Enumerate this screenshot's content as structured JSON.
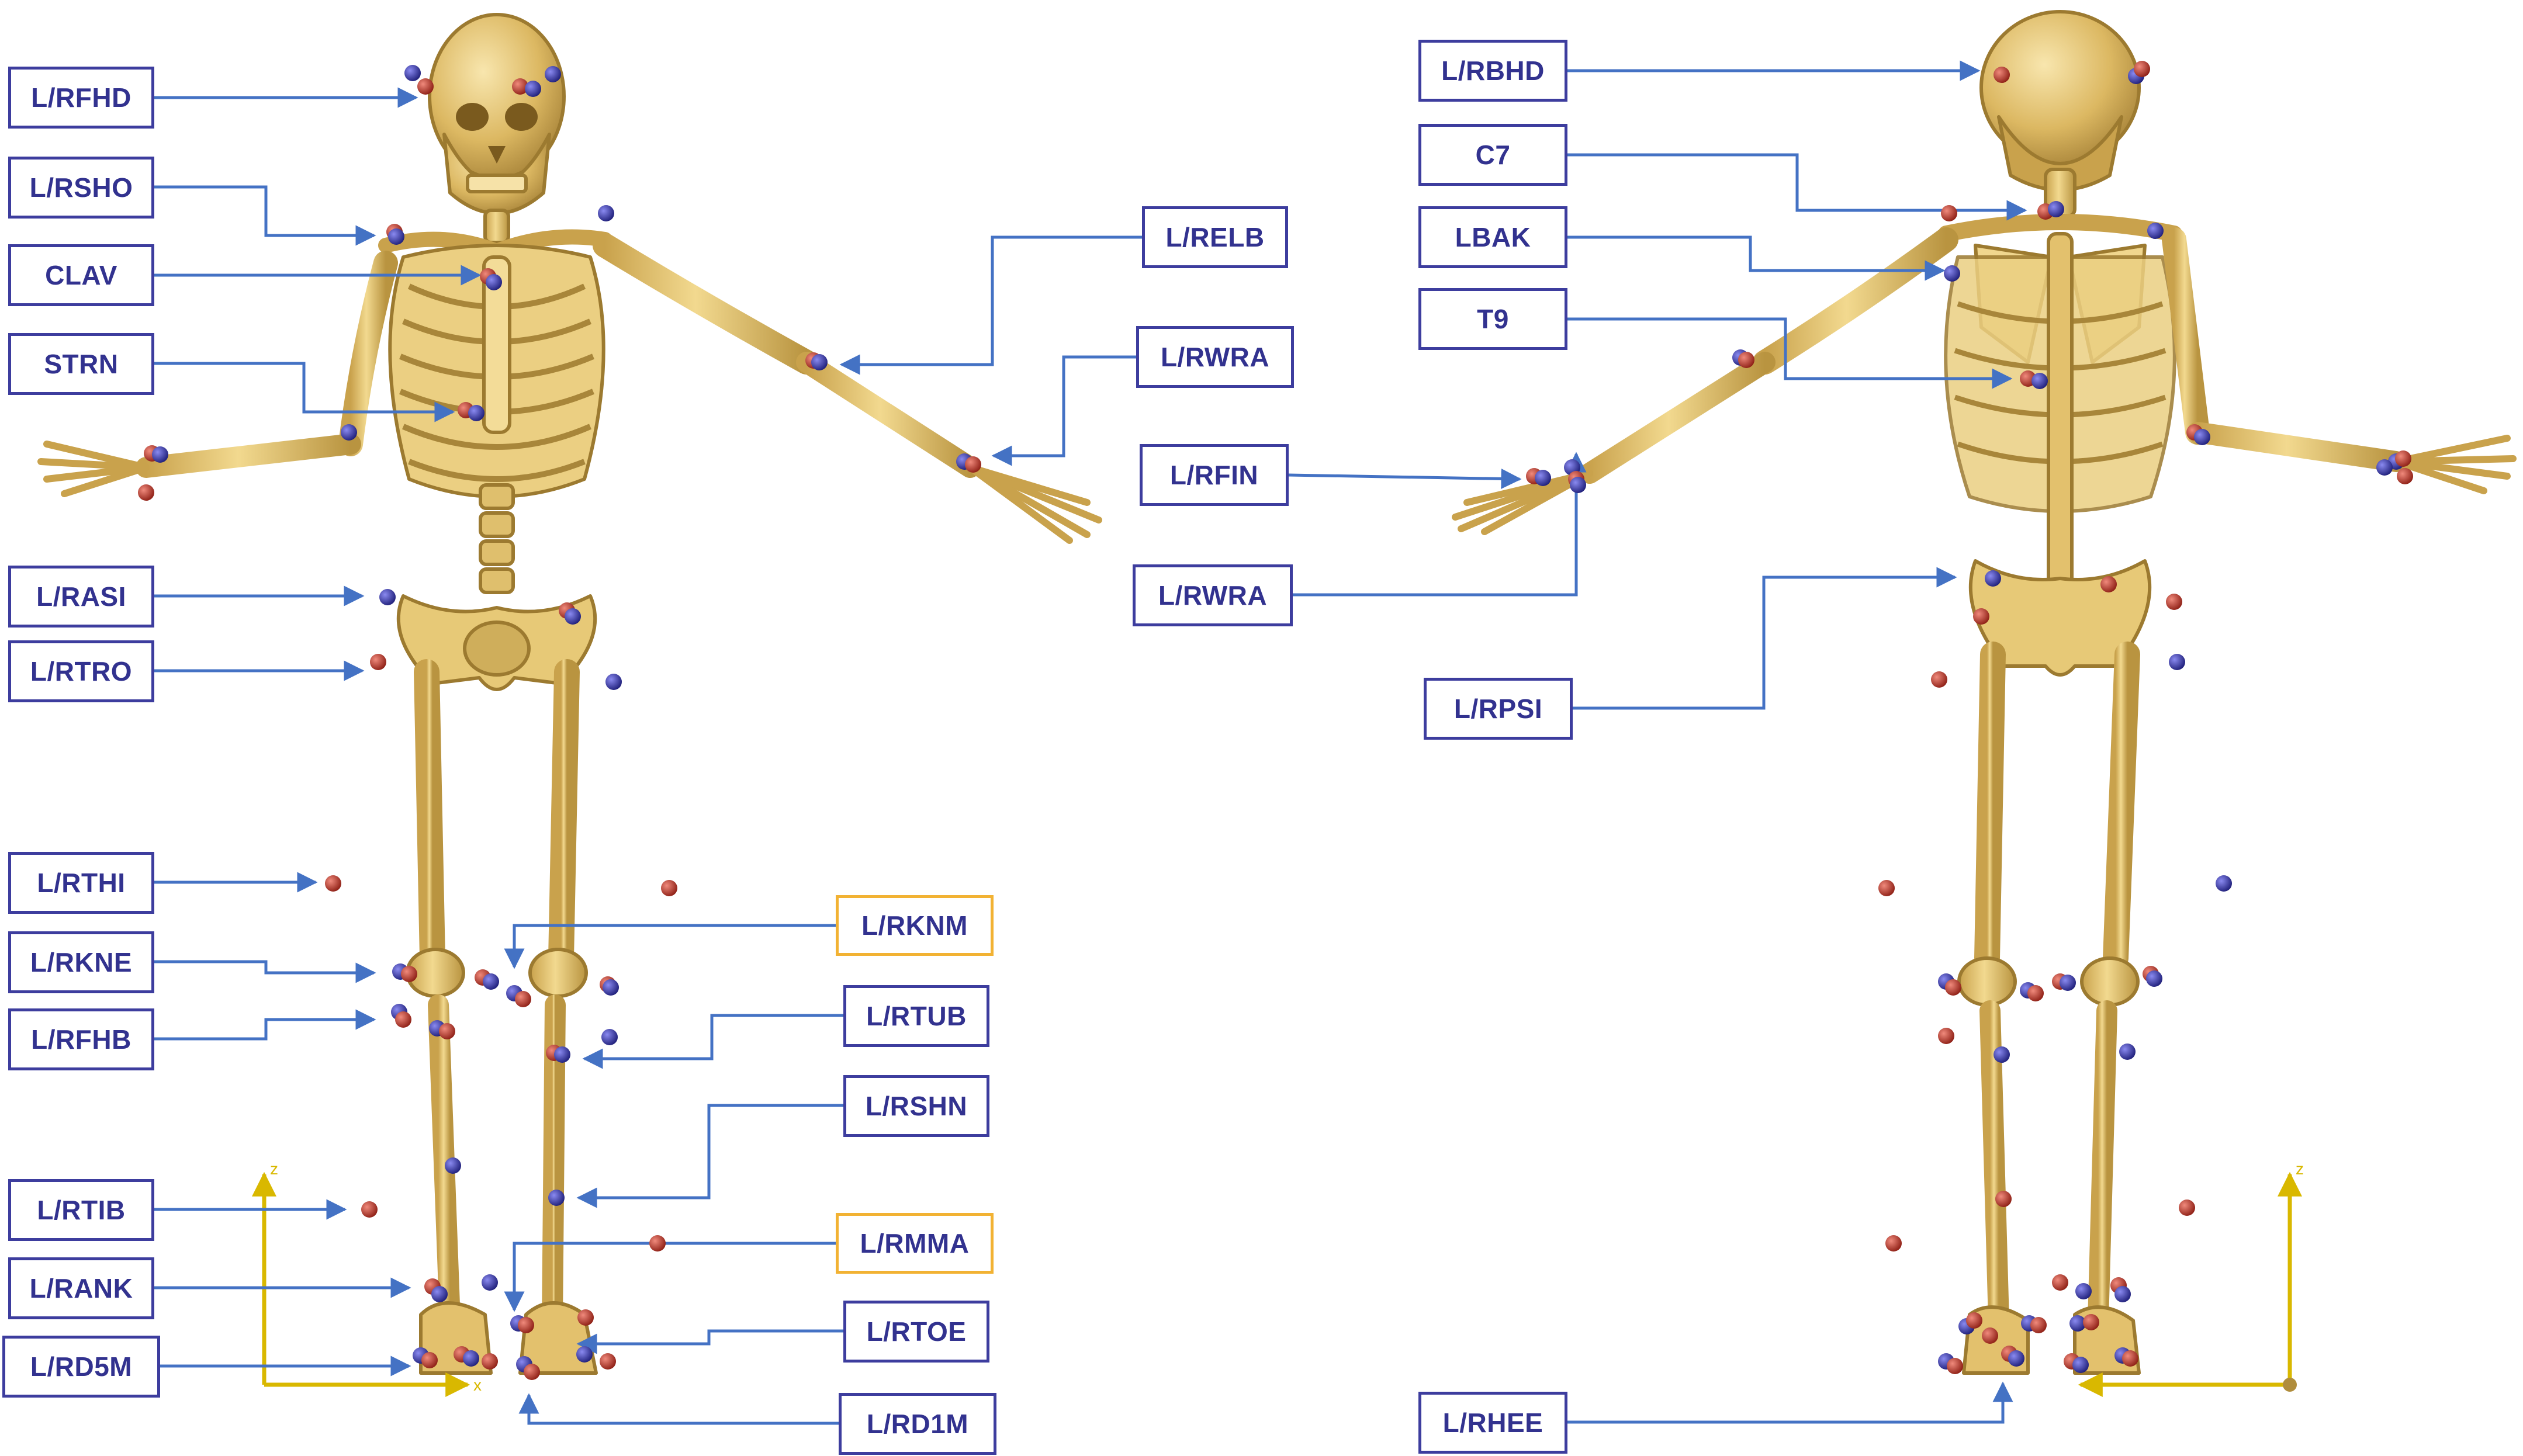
{
  "colors": {
    "bone": "#e3c16d",
    "bone_dark": "#b08d3c",
    "bone_light": "#f6e2a8",
    "marker_red": "#c0392b",
    "marker_blue": "#3b3bb5",
    "leader_line": "#4472c4",
    "label_border": "#3d3d9e",
    "label_border_highlight": "#f2b233",
    "label_text": "#32328f",
    "axis": "#d9b800"
  },
  "labels": {
    "rfhd": "L/RFHD",
    "rsho": "L/RSHO",
    "clav": "CLAV",
    "strn": "STRN",
    "rasi": "L/RASI",
    "rtro": "L/RTRO",
    "rthi": "L/RTHI",
    "rkne": "L/RKNE",
    "rfhb": "L/RFHB",
    "rtib": "L/RTIB",
    "rank": "L/RANK",
    "rd5m": "L/RD5M",
    "relb": "L/RELB",
    "rwra_front": "L/RWRA",
    "rknm": "L/RKNM",
    "rtub": "L/RTUB",
    "rshn": "L/RSHN",
    "rmma": "L/RMMA",
    "rtoe": "L/RTOE",
    "rd1m": "L/RD1M",
    "rbhd": "L/RBHD",
    "c7": "C7",
    "lbak": "LBAK",
    "t9": "T9",
    "rfin": "L/RFIN",
    "rwra_back": "L/RWRA",
    "rpsi": "L/RPSI",
    "rhee": "L/RHEE"
  },
  "highlighted_labels": [
    "L/RKNM",
    "L/RMMA"
  ],
  "axis_labels": {
    "z": "z",
    "x": "x"
  }
}
